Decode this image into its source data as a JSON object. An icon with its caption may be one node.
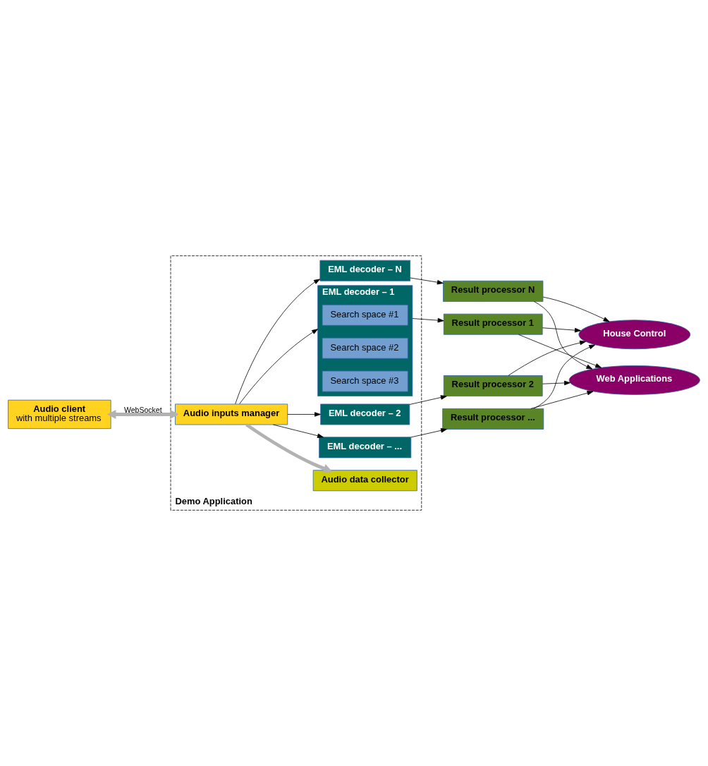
{
  "diagram": {
    "nodes": [
      {
        "text": [
          "Demo Application"
        ]
      },
      {
        "text": [
          "Audio data collector"
        ],
        "in": 0
      },
      {
        "text": [
          "Audio client",
          "with multiple streams"
        ]
      },
      {
        "text": [
          "Audio inputs manager"
        ],
        "in": 0
      },
      {
        "text": [
          "EML decoder – N"
        ],
        "in": 0
      },
      {
        "text": [
          "EML decoder – ..."
        ],
        "in": 0
      },
      {
        "text": [
          "EML decoder – 2"
        ],
        "in": 0
      },
      {
        "text": [
          "EML decoder – 1"
        ],
        "in": 0
      },
      {
        "text": [
          "Search space #1"
        ],
        "in": 7
      },
      {
        "text": [
          "Search space #2"
        ],
        "in": 7
      },
      {
        "text": [
          "Search space #3"
        ],
        "in": 7
      },
      {
        "text": [
          "Result processor N"
        ]
      },
      {
        "text": [
          "Result processor ..."
        ]
      },
      {
        "text": [
          "Result processor 2"
        ]
      },
      {
        "text": [
          "Result processor 1"
        ]
      },
      {
        "text": [
          "House Control"
        ]
      },
      {
        "text": [
          "Web Applications"
        ]
      }
    ],
    "edges": [
      {
        "from": 3,
        "to": 1,
        "arrow": "to",
        "style": "thick",
        "color": "#b2b2b2"
      },
      {
        "from": 2,
        "to": 3,
        "arrow": "both",
        "label": "WebSocket",
        "style": "thick",
        "color": "#b2b2b2"
      },
      {
        "from": 3,
        "to": 7,
        "arrow": "to"
      },
      {
        "from": 3,
        "to": 6,
        "arrow": "to"
      },
      {
        "from": 3,
        "to": 5,
        "arrow": "to"
      },
      {
        "from": 3,
        "to": 4,
        "arrow": "to"
      },
      {
        "from": 7,
        "to": 14,
        "arrow": "to"
      },
      {
        "from": 6,
        "to": 13,
        "arrow": "to"
      },
      {
        "from": 5,
        "to": 12,
        "arrow": "to"
      },
      {
        "from": 4,
        "to": 11,
        "arrow": "to"
      },
      {
        "from": 14,
        "to": 15,
        "arrow": "to"
      },
      {
        "from": 13,
        "to": 15,
        "arrow": "to"
      },
      {
        "from": 12,
        "to": 15,
        "arrow": "to"
      },
      {
        "from": 11,
        "to": 15,
        "arrow": "to"
      },
      {
        "from": 14,
        "to": 16,
        "arrow": "to"
      },
      {
        "from": 13,
        "to": 16,
        "arrow": "to"
      },
      {
        "from": 12,
        "to": 16,
        "arrow": "to"
      },
      {
        "from": 11,
        "to": 16,
        "arrow": "to"
      }
    ]
  }
}
